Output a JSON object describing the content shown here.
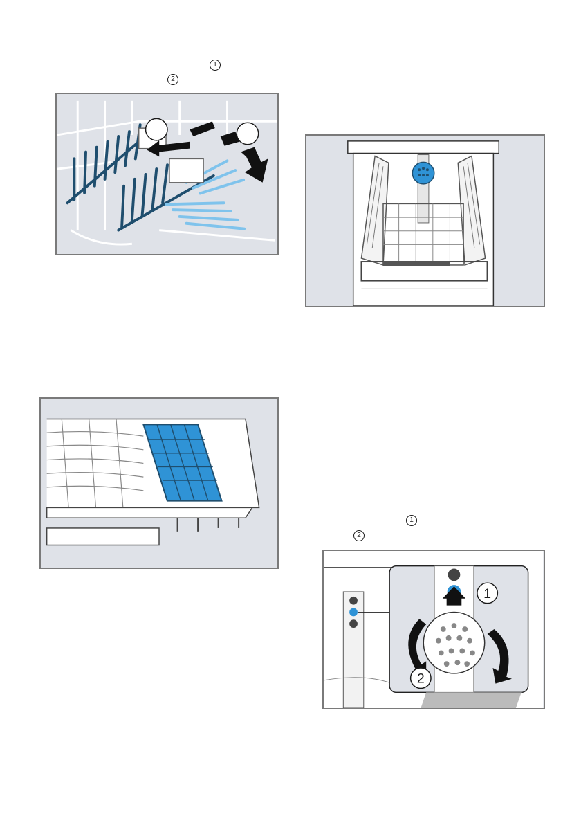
{
  "step_markers": {
    "top_one": "1",
    "top_two": "2",
    "bottom_one": "1",
    "bottom_two": "2"
  },
  "figure_callouts": {
    "spray_one": "1",
    "spray_two": "2"
  },
  "colors": {
    "accent_blue": "#2f93d6",
    "light_blue": "#7fc3ec",
    "frame_gray": "#7a7a7a",
    "panel_bg": "#dfe2e8",
    "rack_dark": "#1f4e6e"
  },
  "icons": {
    "arrow": "curved-arrow-icon",
    "callout": "numbered-callout-icon"
  }
}
